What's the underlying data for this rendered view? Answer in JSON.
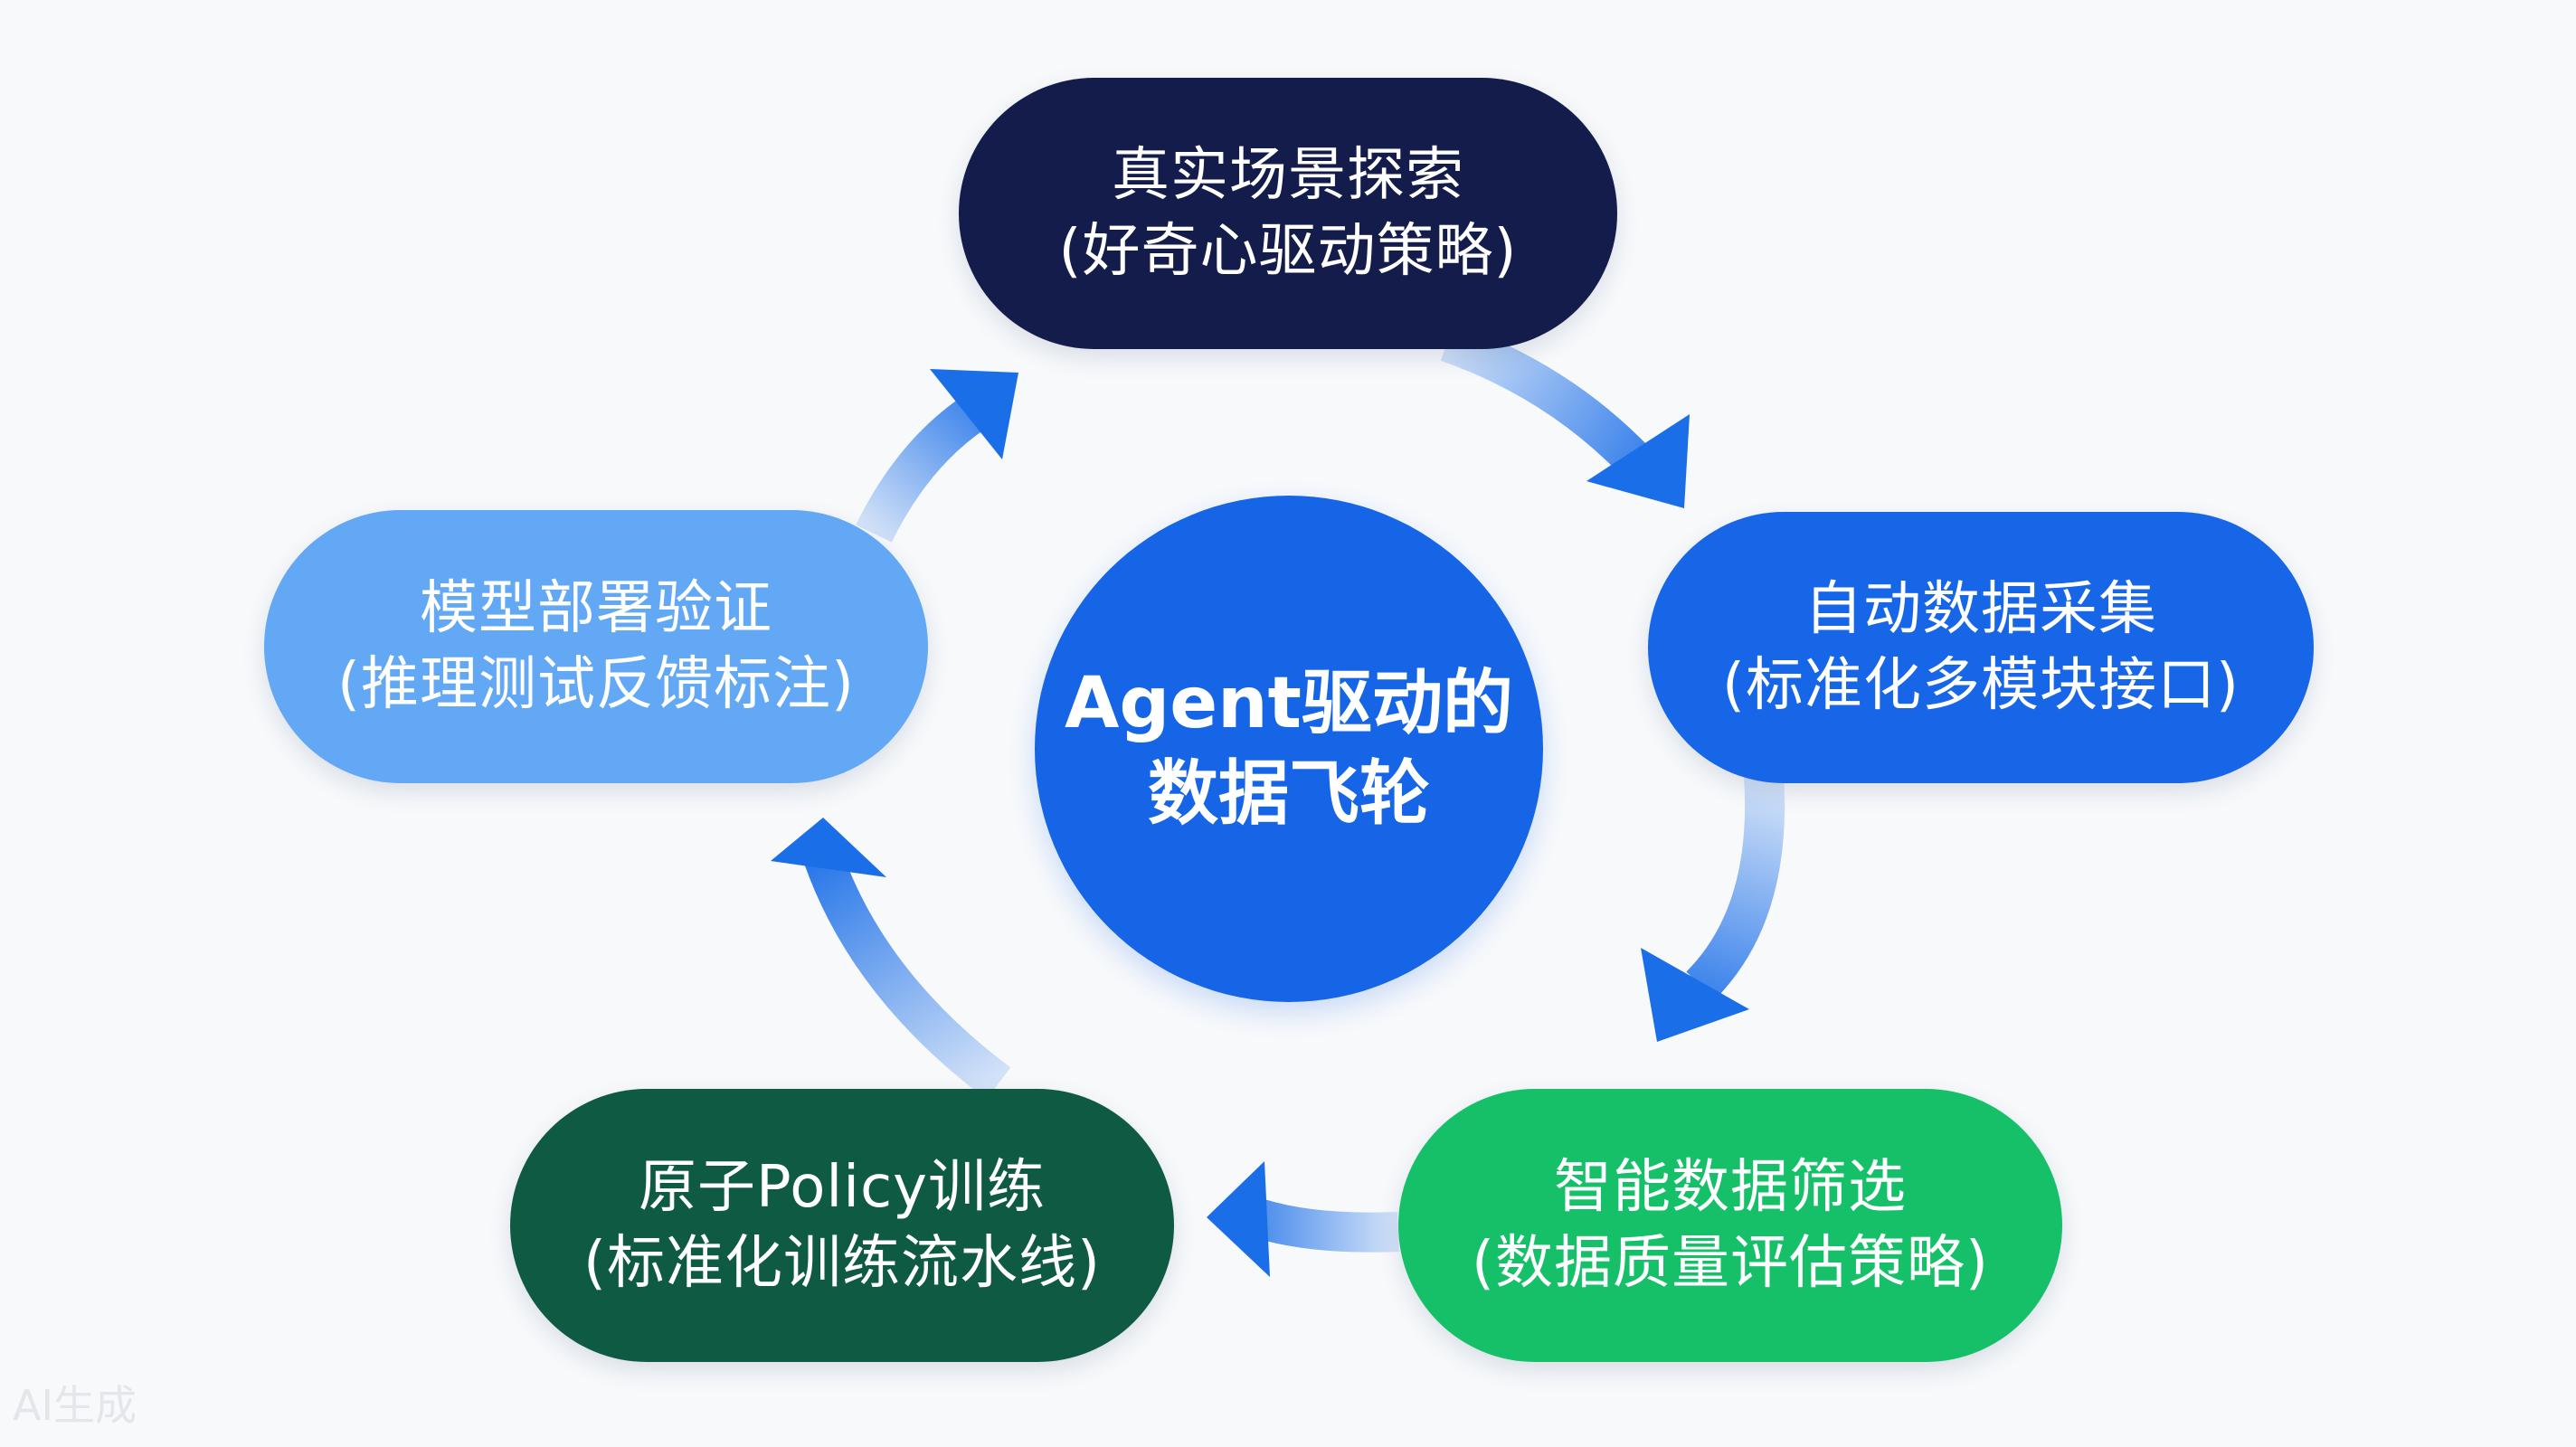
{
  "hub": {
    "line1": "Agent驱动的",
    "line2": "数据飞轮"
  },
  "nodes": [
    {
      "id": "explore",
      "title": "真实场景探索",
      "subtitle": "(好奇心驱动策略)",
      "color": "#131c4a"
    },
    {
      "id": "collect",
      "title": "自动数据采集",
      "subtitle": "(标准化多模块接口)",
      "color": "#1766e8"
    },
    {
      "id": "filter",
      "title": "智能数据筛选",
      "subtitle": "(数据质量评估策略)",
      "color": "#15c069"
    },
    {
      "id": "train",
      "title": "原子Policy训练",
      "subtitle": "(标准化训练流水线)",
      "color": "#0e5a43"
    },
    {
      "id": "deploy",
      "title": "模型部署验证",
      "subtitle": "(推理测试反馈标注)",
      "color": "#62a8f4"
    }
  ],
  "arrow_color": "#1a6ee8",
  "watermark": "AI生成"
}
